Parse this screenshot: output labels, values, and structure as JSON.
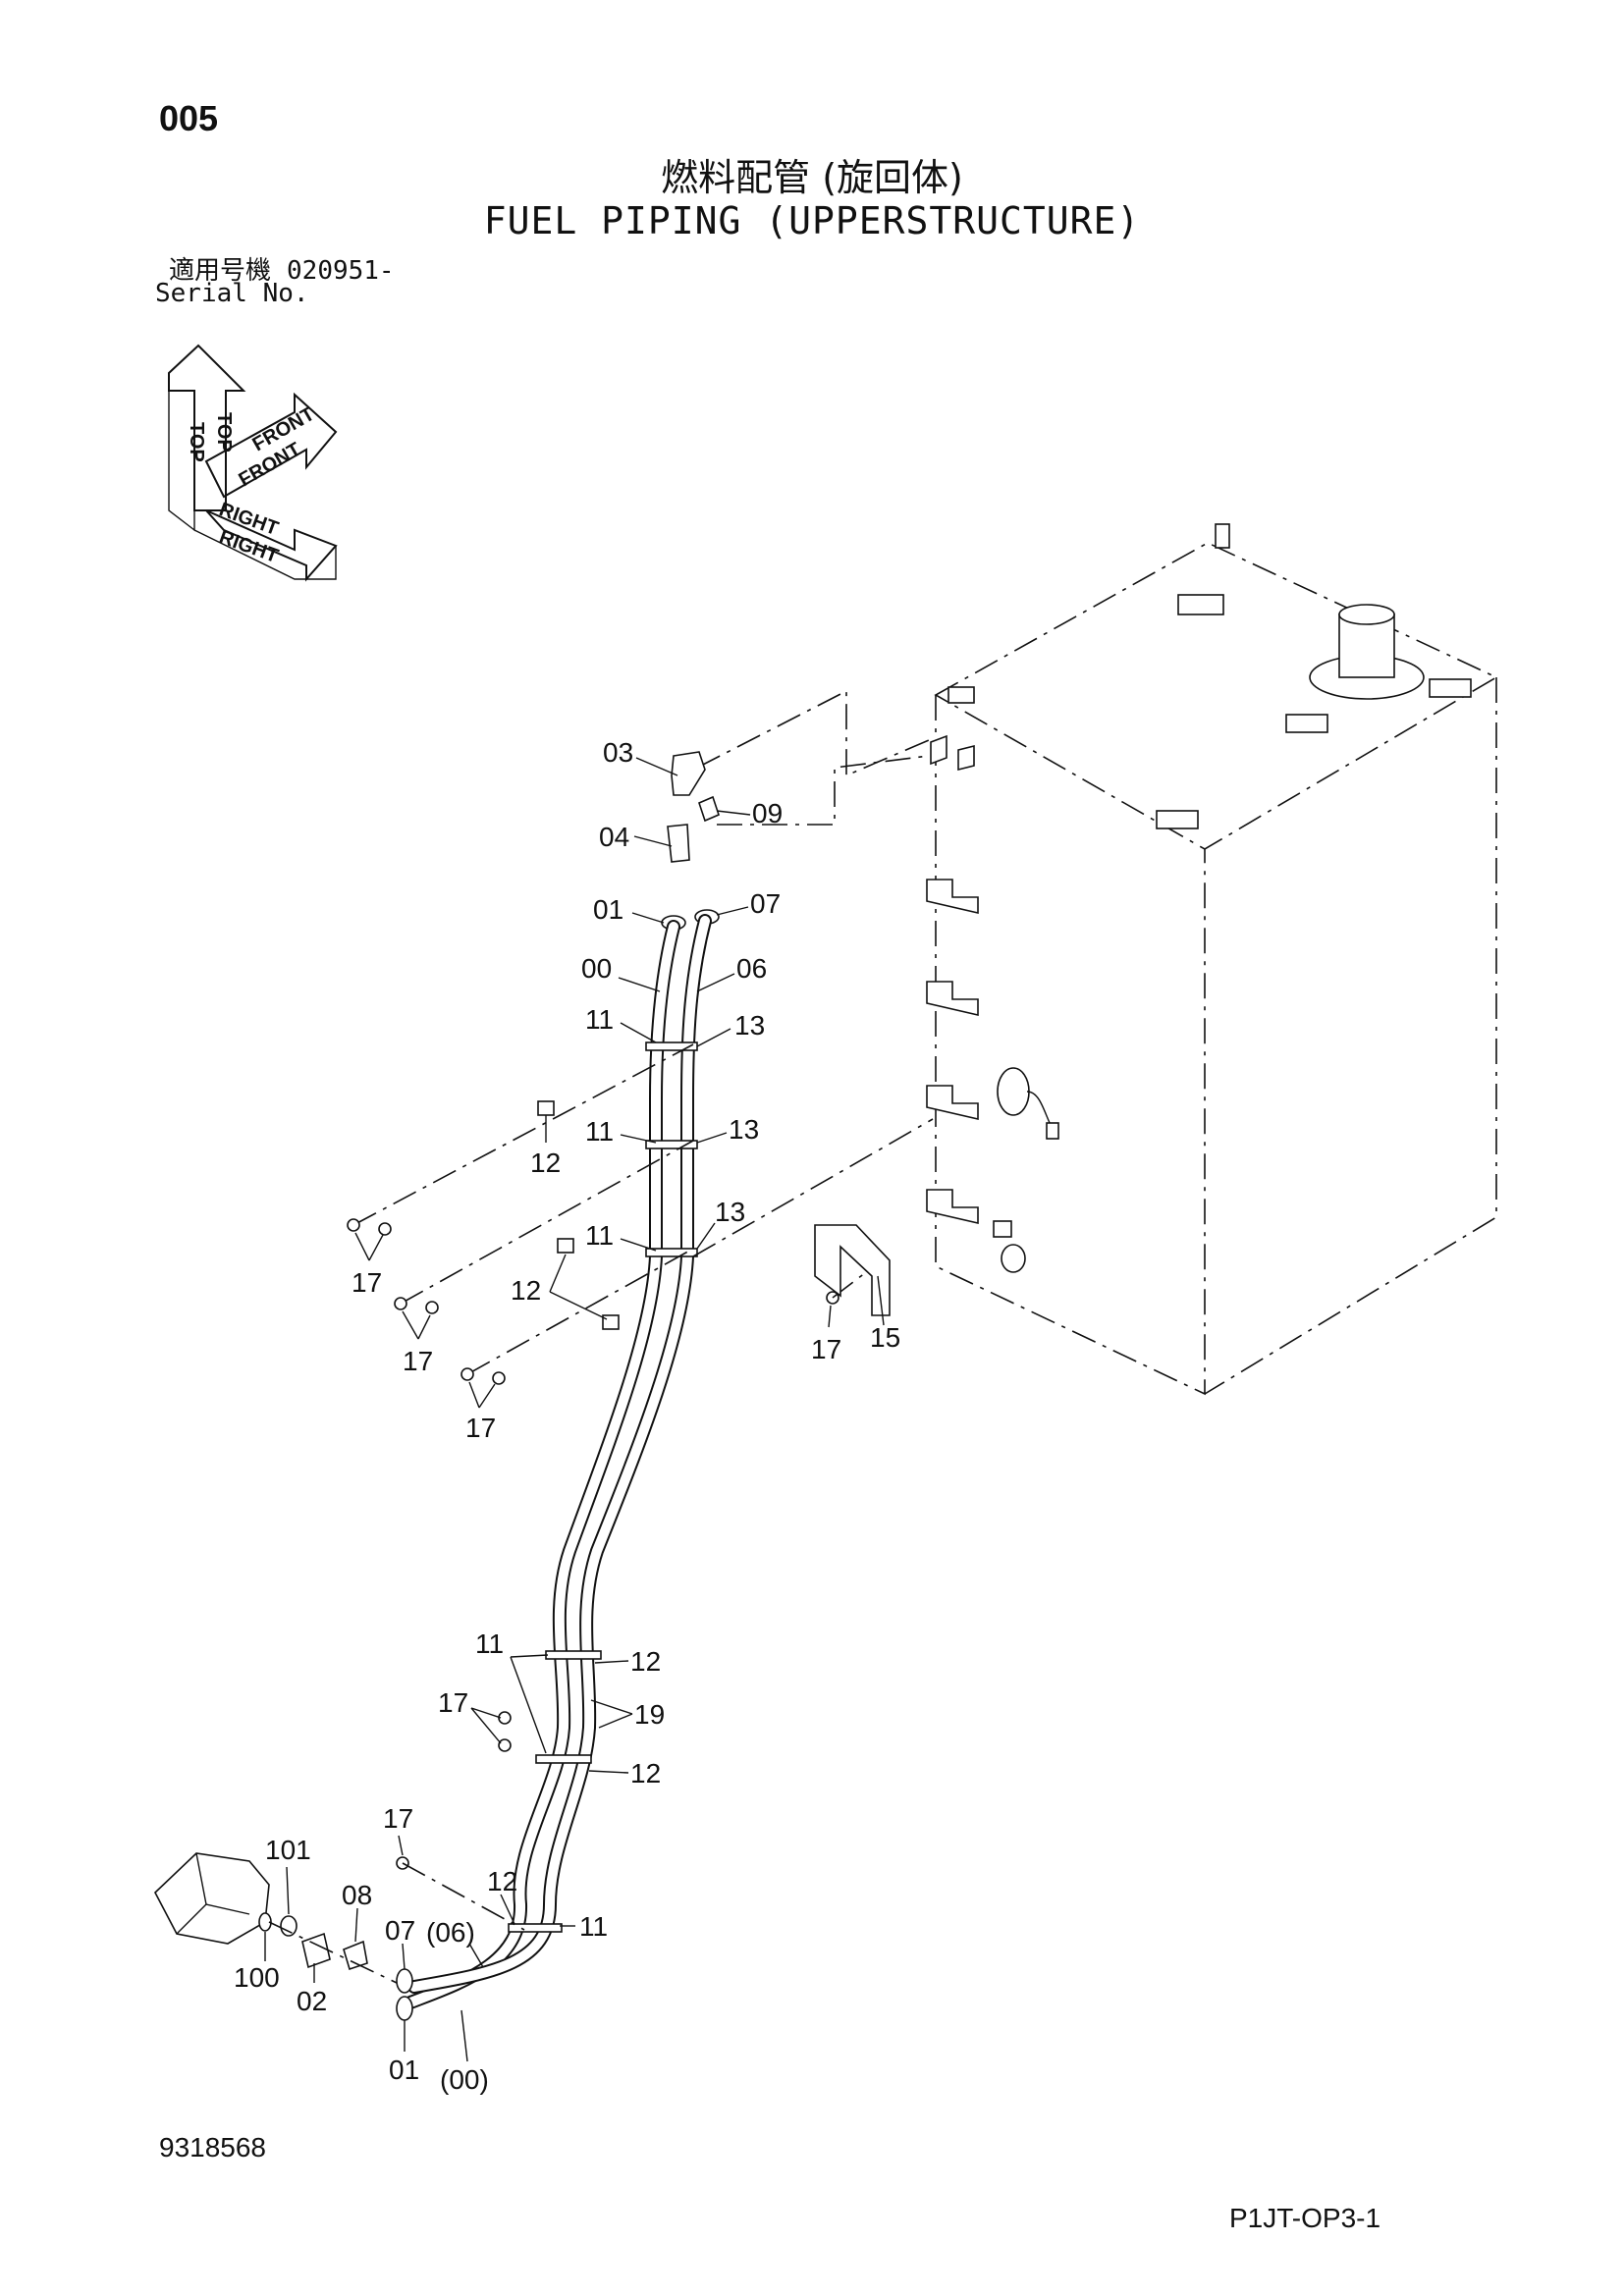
{
  "header": {
    "page_number": "005",
    "title_jp": "燃料配管 (旋回体)",
    "title_en": "FUEL PIPING (UPPERSTRUCTURE)",
    "serial_label_jp": "適用号機",
    "serial_value": "020951-",
    "serial_label_en": "Serial No."
  },
  "orientation": {
    "top": "TOP",
    "front": "FRONT",
    "right": "RIGHT"
  },
  "labels": {
    "l03": "03",
    "l09": "09",
    "l04": "04",
    "l01a": "01",
    "l07a": "07",
    "l00a": "00",
    "l06a": "06",
    "l11a": "11",
    "l13a": "13",
    "l11b": "11",
    "l13b": "13",
    "l12a": "12",
    "l11c": "11",
    "l13c": "13",
    "l17a": "17",
    "l12b": "12",
    "l17b": "17",
    "l17c": "17",
    "l17d": "17",
    "l15": "15",
    "l11d": "11",
    "l12c": "12",
    "l17e": "17",
    "l19": "19",
    "l12d": "12",
    "l17f": "17",
    "l101": "101",
    "l08": "08",
    "l12e": "12",
    "l07b": "07",
    "l06b": "(06)",
    "l11e": "11",
    "l100": "100",
    "l02": "02",
    "l01b": "01",
    "l00b": "(00)"
  },
  "footer": {
    "document_number": "9318568",
    "page_code": "P1JT-OP3-1"
  }
}
